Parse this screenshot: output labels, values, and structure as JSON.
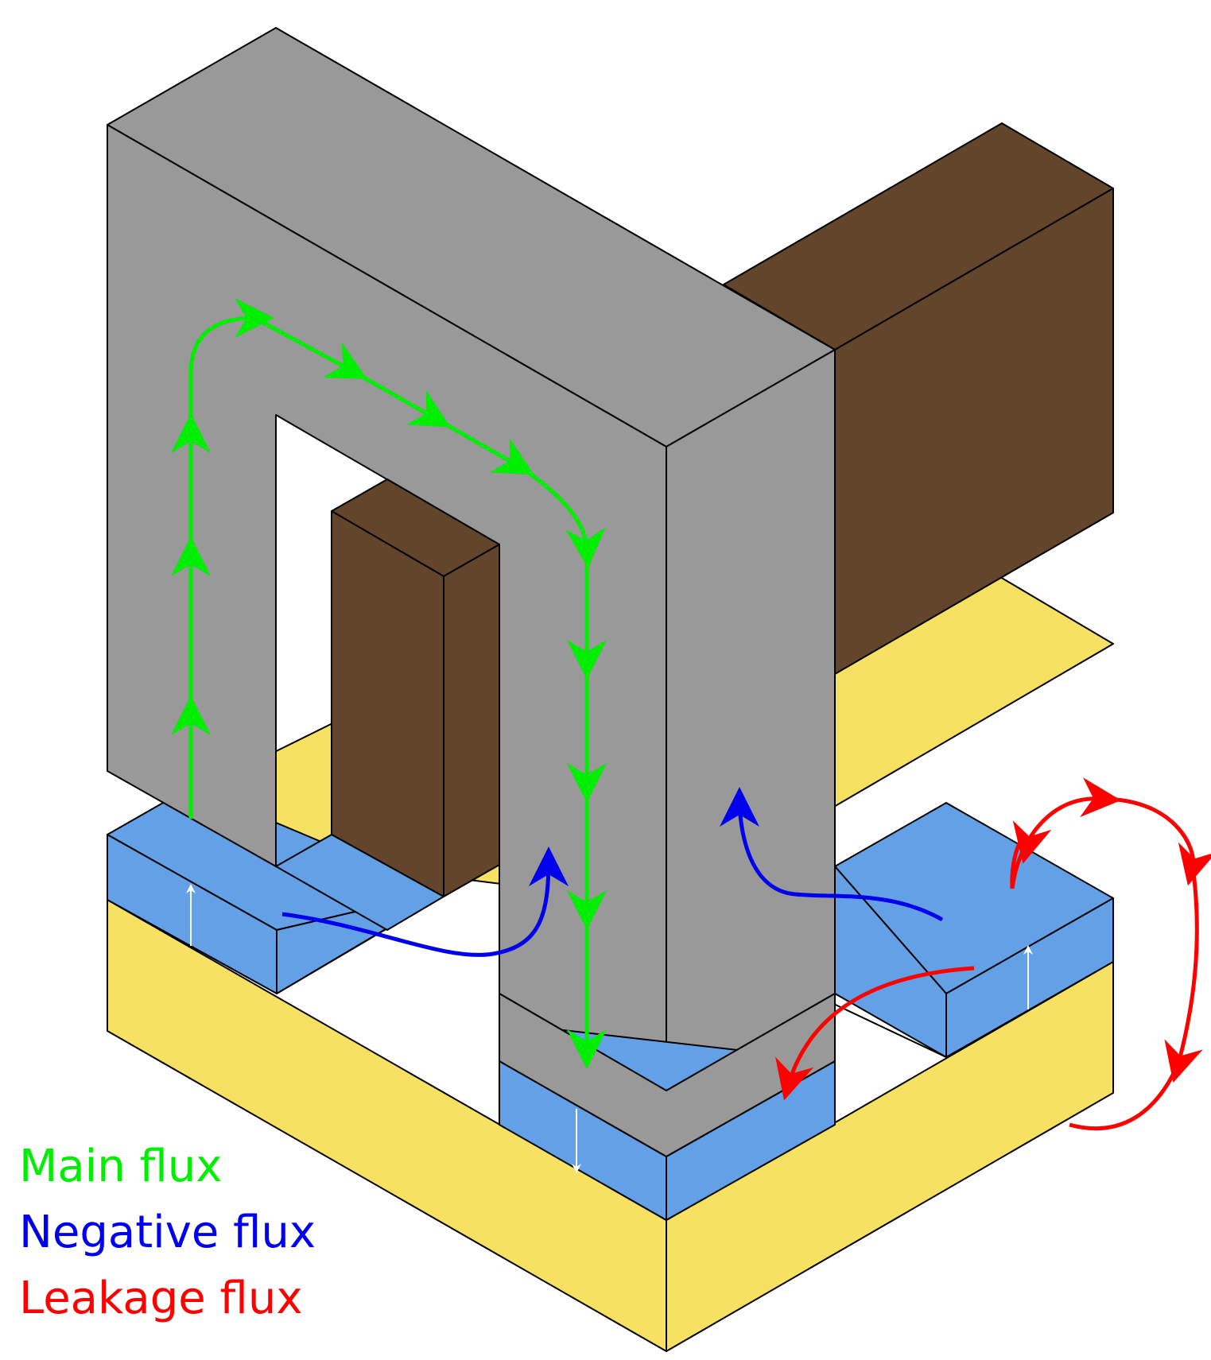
{
  "legend": {
    "items": [
      {
        "key": "main",
        "label": "Main flux",
        "color": "#00ee00"
      },
      {
        "key": "negative",
        "label": "Negative flux",
        "color": "#0000ee"
      },
      {
        "key": "leakage",
        "label": "Leakage flux",
        "color": "#ff0000"
      }
    ]
  },
  "colors": {
    "core": "#999999",
    "coil": "#63452c",
    "magnet": "#63a0e6",
    "base": "#f6e163",
    "outline": "#000000",
    "magnetization_arrow": "#ffffff"
  }
}
